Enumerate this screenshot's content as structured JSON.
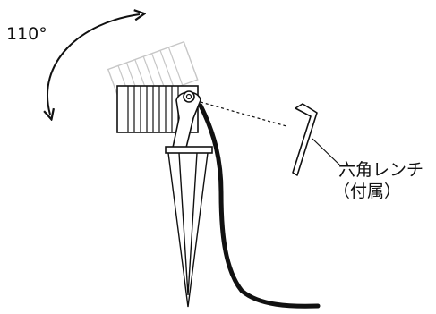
{
  "angle_label": "110°",
  "wrench_label_line1": "六角レンチ",
  "wrench_label_line2": "（付属）",
  "colors": {
    "line": "#111111",
    "ghost": "#b3b3b3",
    "background": "#ffffff"
  }
}
